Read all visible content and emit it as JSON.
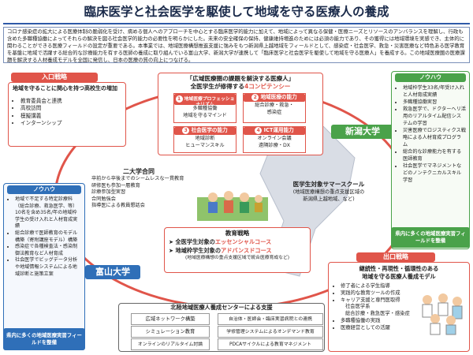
{
  "title": "臨床医学と社会医学を駆使して地域を守る医療人の養成",
  "intro": "コロナ感染症の拡大による医療体制の脆弱化を受け、病める個人へのアプローチを中心とする臨床医学的能力に加えて、地域によって異なる保健・医療ニーズとリソースのアンバランスを理解し、行政も含めた多職種協働によってそれらの解決を図る社会医学的能力の必要性を明らかにした。未来の安全確保の保持、健康維持増進のためには必須の能力であり、その獲得には地域環境を実感でき、主体的に関わることができる医療フィールドの設定が重要である。本事業では、地域医療構想推進支援に強みをもつ新潟県上越地域をフィールドとして、感染症・社会医学、救急・災害医療など特色ある医学教育を基盤に地域で活躍する総合的な診療能力を有する医師の養成に取り組んでいる富山大学、新潟大学が連携して「臨床医学と社会医学を駆使して地域を守る医療人」を養成する。この地域医療圏の医療課題を解決する人材養成モデルを全国に発信し、日本の医療の質の向上につなげる。",
  "left_top": {
    "title": "入口戦略",
    "heading": "地域を守ることに関心を持つ高校生の増加",
    "items": [
      "教育委員会と連携",
      "高校訪問",
      "模擬講義",
      "インターンシップ"
    ]
  },
  "center_top": {
    "heading1": "「広域医療圏の課題を解決する医療人」",
    "heading2_a": "全医学生が修得する",
    "heading2_b": "4コンピテンシー",
    "comp": [
      {
        "num": "1",
        "head": "地域医療プロフェッショナリズム",
        "body": [
          "多職種協働",
          "地域を守るマインド"
        ]
      },
      {
        "num": "2",
        "head": "地域医療の能力",
        "body": [
          "総合診療・救急・",
          "感染症"
        ]
      },
      {
        "num": "3",
        "head": "社会医学の能力",
        "body": [
          "地域診断",
          "ヒューマンスキル"
        ]
      },
      {
        "num": "4",
        "head": "ICT運用能力",
        "body": [
          "オンライン会議",
          "遠隔診療・DX"
        ]
      }
    ]
  },
  "niigata": {
    "label": "新潟大学",
    "panel_title": "ノウハウ",
    "items": [
      "地域枠学生33名/年受け入れと人材育成実績",
      "多職種協働実習",
      "救急医学で、ドクターヘリ活用のリアルタイム配信システムの学習",
      "災害医療でロジスティクス戦略による人材育成プログラム",
      "総合的な診療能力を有する医師教育",
      "社会医学でマネジメントなどのノンテクニカルスキル学習"
    ],
    "foot": "県内に多くの地域医療実習フィールドを整備"
  },
  "toyama": {
    "label": "富山大学",
    "panel_title": "ノウハウ",
    "items": [
      "地域で不足する特定診療科（総合診療、救急医学、等）10名を含め35名/年の地域枠学生の受け入れと人材育成実績",
      "総合診療で医師教育のモデル構築（寄附講座モデル）構築",
      "感染症で各種検査法・感染制御法教育など人材育成",
      "社会医学でビッグデータ分析や地域情報システムによる地域診断と施策立案"
    ],
    "foot": "県内に多くの地域医療実習フィールドを整備"
  },
  "joint": {
    "title": "二大学合同",
    "items": [
      "卒前から卒後までのシームレスな一貫教育",
      "研修医も参加一層教育",
      "診療参加型実習",
      "合同勉強会",
      "指導医による教員懇話会"
    ]
  },
  "summer": {
    "title": "医学生対象サマースクール",
    "sub1": "(地域医療構想の重点支援区域の",
    "sub2": "新潟県上越地域、など)"
  },
  "edu": {
    "title": "教育戦略",
    "line1_a": "全医学生対象の",
    "line1_b": "エッセンシャルコース",
    "line2_a": "地域枠学生対象の",
    "line2_b": "アドバンスドコース",
    "foot": "(地域医療構想の重点支援区域で統合医療育成など)"
  },
  "exit": {
    "title": "出口戦略",
    "heading1": "継続性・再現性・循環性のある",
    "heading2": "地域を守る医療人養成モデル",
    "items": [
      "修了者による学生指導",
      "実践的な教育ツールの作成",
      "キャリア支援と専門医取得",
      "社会医学系",
      "総合診療・救急医学・感染症",
      "多職種協働の実践",
      "医療経営としての活躍"
    ]
  },
  "center_bottom": {
    "title": "北陸地域医療人養成センターによる支援",
    "cells": [
      "広域ネットワーク構築",
      "自治体・医師会・臨床実習病院との連携",
      "シミュレーション教育",
      "学修管理システムによるオンデマンド教育",
      "オンラインのリアルタイム討論",
      "PDCAサイクルによる教育マネジメント"
    ]
  }
}
